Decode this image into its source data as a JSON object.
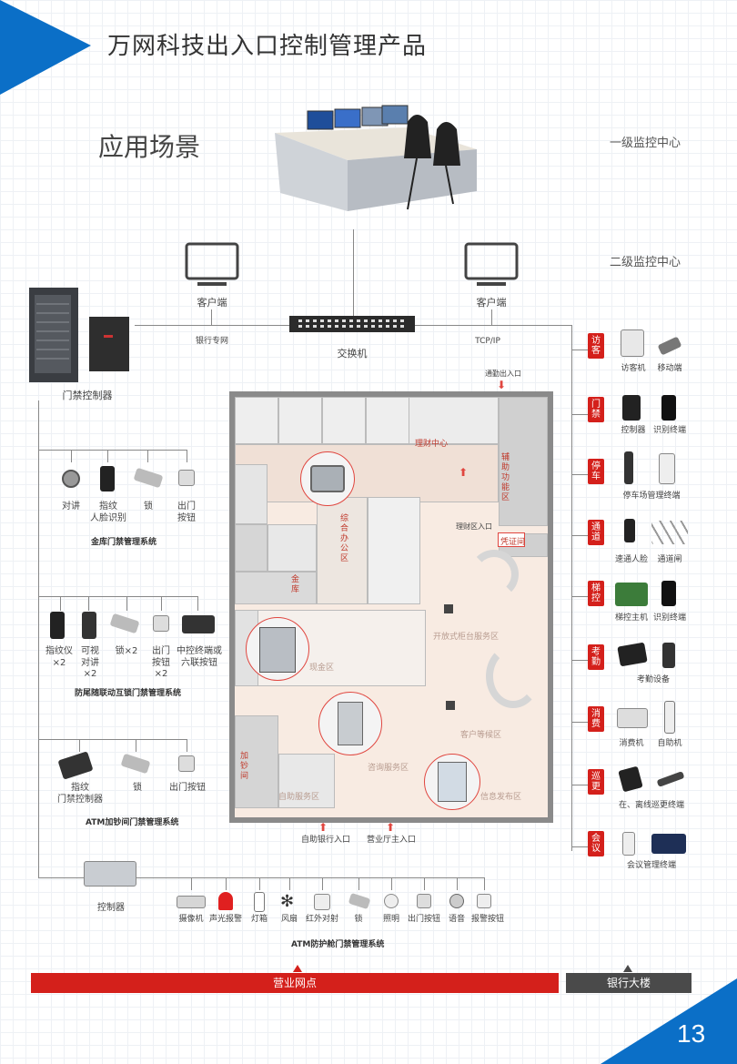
{
  "header": {
    "title": "万网科技出入口控制管理产品",
    "section": "应用场景"
  },
  "levels": {
    "level1": "一级监控中心",
    "level2": "二级监控中心"
  },
  "network": {
    "client_left": "客户端",
    "client_right": "客户端",
    "bank_private": "银行专网",
    "tcpip": "TCP/IP",
    "switch": "交换机",
    "door_controller": "门禁控制器"
  },
  "systems": [
    {
      "name": "金库门禁管理系统",
      "devices": [
        "对讲",
        "指纹\n人脸识别",
        "锁",
        "出门\n按钮"
      ]
    },
    {
      "name": "防尾随联动互锁门禁管理系统",
      "devices": [
        "指纹仪\n×2",
        "可视\n对讲\n×2",
        "锁×2",
        "出门\n按钮\n×2",
        "中控终端或\n六联按钮"
      ]
    },
    {
      "name": "ATM加钞间门禁管理系统",
      "devices": [
        "指纹\n门禁控制器",
        "锁",
        "出门按钮"
      ]
    }
  ],
  "atm_booth": {
    "controller": "控制器",
    "devices": [
      "摄像机",
      "声光报警",
      "灯箱",
      "风扇",
      "红外对射",
      "锁",
      "照明",
      "出门按钮",
      "语音",
      "报警按钮"
    ],
    "name": "ATM防护舱门禁管理系统"
  },
  "right_categories": [
    {
      "tab": "访客",
      "devices": [
        "访客机",
        "移动端"
      ]
    },
    {
      "tab": "门禁",
      "devices": [
        "控制器",
        "识别终端"
      ]
    },
    {
      "tab": "停车",
      "devices": [
        "停车场管理终端"
      ]
    },
    {
      "tab": "通道",
      "devices": [
        "速通人脸",
        "通道闸"
      ]
    },
    {
      "tab": "梯控",
      "devices": [
        "梯控主机",
        "识别终端"
      ]
    },
    {
      "tab": "考勤",
      "devices": [
        "考勤设备"
      ]
    },
    {
      "tab": "消费",
      "devices": [
        "消费机",
        "自助机"
      ]
    },
    {
      "tab": "巡更",
      "devices": [
        "在、离线巡更终端"
      ]
    },
    {
      "tab": "会议",
      "devices": [
        "会议管理终端"
      ]
    }
  ],
  "floorplan": {
    "entrances": {
      "passage": "通勤出入口",
      "wealth": "理财区入口",
      "self_bank": "自助银行入口",
      "hall": "营业厅主入口"
    },
    "zones": [
      "理财中心",
      "辅助功能区",
      "综合办公区",
      "金库",
      "凭证间",
      "开放式柜台服务区",
      "现金区",
      "客户等候区",
      "咨询服务区",
      "加钞间",
      "自助服务区",
      "信息发布区"
    ]
  },
  "footer": {
    "left_bar": "营业网点",
    "right_bar": "银行大楼",
    "page": "13"
  },
  "colors": {
    "accent_red": "#d4201b",
    "accent_blue": "#0b6fc7",
    "dark_bar": "#4a4a4a"
  }
}
